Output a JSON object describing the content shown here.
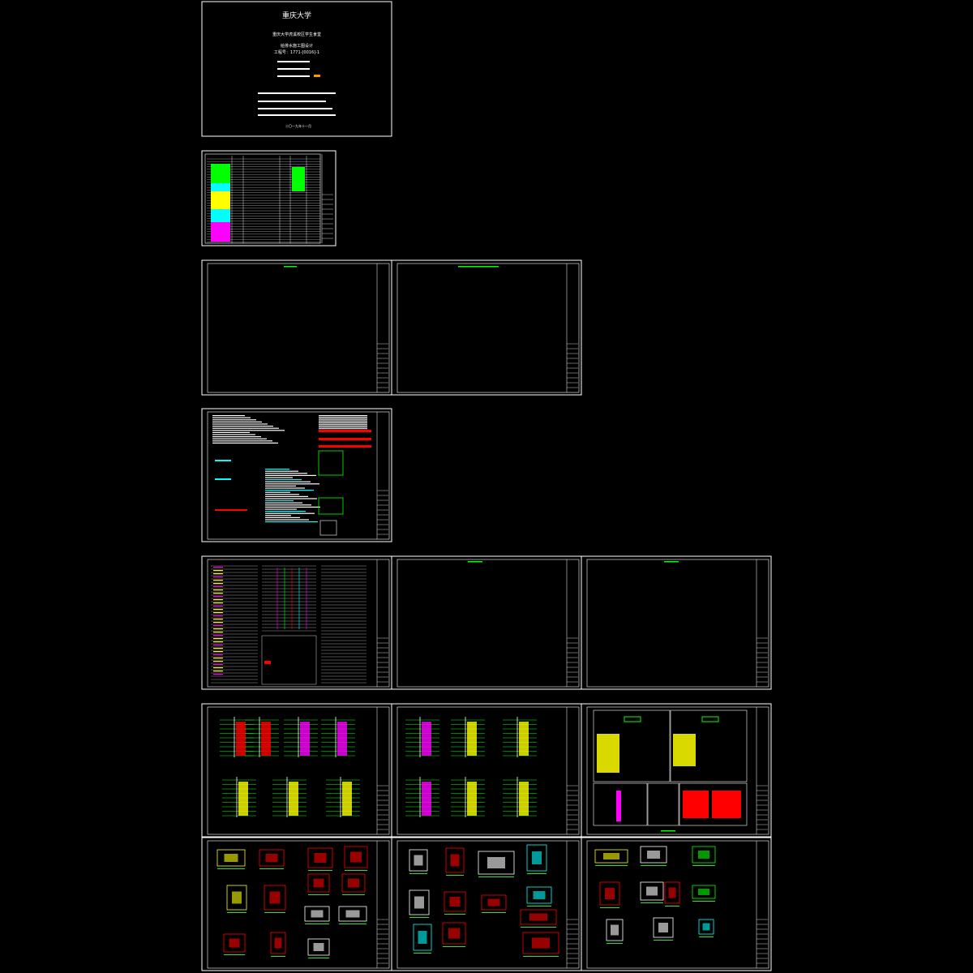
{
  "viewer": {
    "background": "#000000",
    "sheet_stroke": "#ffffff"
  },
  "cover": {
    "title": "重庆大学",
    "project": "重庆大学虎溪校区学生食堂",
    "subtitle": "给排水施工图设计",
    "job_no": "工程号：1771-[0016]-1",
    "date": "二〇一九年十一月"
  },
  "sheet_groups": [
    {
      "name": "cover-sheet"
    },
    {
      "name": "drawing-index"
    },
    {
      "name": "blank-sheets-row-1"
    },
    {
      "name": "design-notes"
    },
    {
      "name": "schedules-row"
    },
    {
      "name": "riser-diagrams-row"
    },
    {
      "name": "detail-drawings-row"
    }
  ],
  "colors": {
    "green": "#00ff00",
    "yellow": "#ffff00",
    "cyan": "#00ffff",
    "magenta": "#ff00ff",
    "red": "#ff0000",
    "white": "#ffffff"
  }
}
